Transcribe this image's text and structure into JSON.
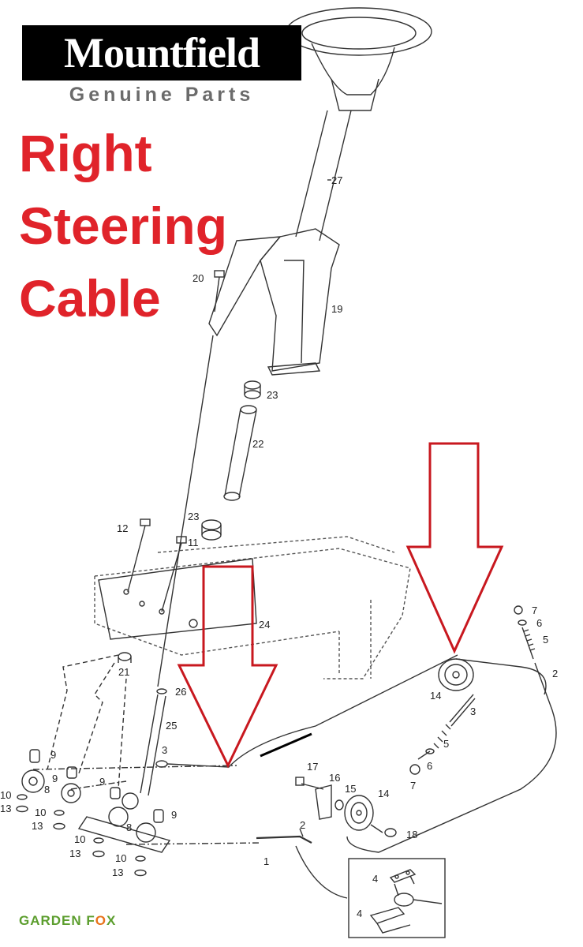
{
  "brand": {
    "name": "Mountfield",
    "tagline": "Genuine Parts"
  },
  "title": {
    "line1": "Right",
    "line2": "Steering",
    "line3": "Cable"
  },
  "footer": {
    "logo_part1": "GARDEN F",
    "logo_part2": "O",
    "logo_part3": "X"
  },
  "colors": {
    "title": "#e0232a",
    "arrow": "#c8181f",
    "brand_box": "#000000",
    "footer_green": "#5c9e2e",
    "footer_orange": "#e8731b"
  },
  "part_labels": {
    "p27": "27",
    "p19": "19",
    "p20": "20",
    "p23a": "23",
    "p22": "22",
    "p23b": "23",
    "p12": "12",
    "p11": "11",
    "p24": "24",
    "p21": "21",
    "p26": "26",
    "p25": "25",
    "p3a": "3",
    "p9a": "9",
    "p9b": "9",
    "p9c": "9",
    "p9d": "9",
    "p8a": "8",
    "p8b": "8",
    "p10a": "10",
    "p10b": "10",
    "p10c": "10",
    "p10d": "10",
    "p13a": "13",
    "p13b": "13",
    "p13c": "13",
    "p13d": "13",
    "p7a": "7",
    "p6a": "6",
    "p5a": "5",
    "p2a": "2",
    "p14a": "14",
    "p3b": "3",
    "p5b": "5",
    "p6b": "6",
    "p7b": "7",
    "p17": "17",
    "p16": "16",
    "p15": "15",
    "p14b": "14",
    "p18": "18",
    "p1": "1",
    "p2b": "2",
    "p4a": "4",
    "p4b": "4"
  }
}
